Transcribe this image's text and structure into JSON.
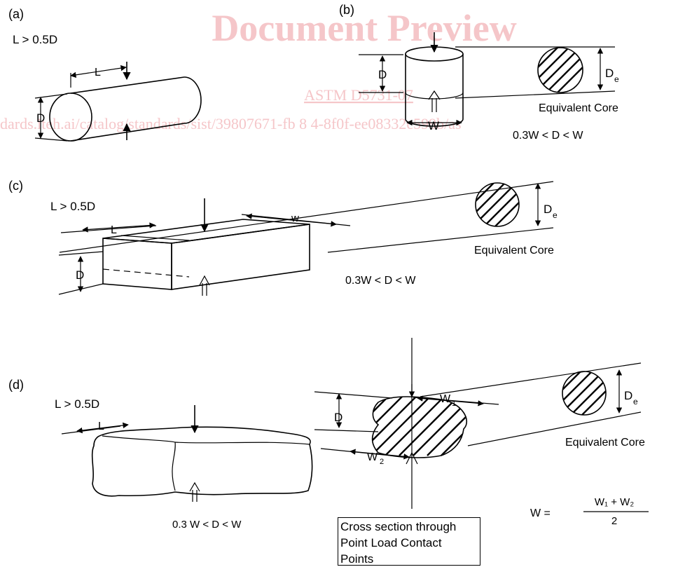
{
  "watermark": {
    "title": "Document Preview",
    "standard": "ASTM D5731-07",
    "url": "dards.iteh.ai/catalog/standards/sist/39807671-fb  8  4-8f0f-ee08332c599b/as",
    "color": "#f5c6c9"
  },
  "panel_a": {
    "label": "(a)",
    "condition": "L > 0.5D",
    "dim_L": "L",
    "dim_D": "D"
  },
  "panel_b": {
    "label": "(b)",
    "dim_D": "D",
    "dim_W": "W",
    "dim_De_main": "D",
    "dim_De_sub": "e",
    "core_label": "Equivalent Core",
    "condition": "0.3W < D < W"
  },
  "panel_c": {
    "label": "(c)",
    "condition": "L > 0.5D",
    "dim_L": "L",
    "dim_w": "w",
    "dim_D": "D",
    "dim_De_main": "D",
    "dim_De_sub": "e",
    "core_label": "Equivalent Core",
    "range": "0.3W < D < W"
  },
  "panel_d": {
    "label": "(d)",
    "condition": "L > 0.5D",
    "dim_L": "L",
    "dim_D": "D",
    "dim_W1_main": "W",
    "dim_W1_sub": "1",
    "dim_W2_main": "W",
    "dim_W2_sub": "2",
    "dim_De_main": "D",
    "dim_De_sub": "e",
    "core_label": "Equivalent Core",
    "range": "0.3 W < D < W",
    "formula_lhs": "W =",
    "formula_num": "W₁ + W₂",
    "formula_den": "2",
    "caption_lines": [
      "Cross section through",
      "Point Load Contact",
      "Points"
    ]
  }
}
